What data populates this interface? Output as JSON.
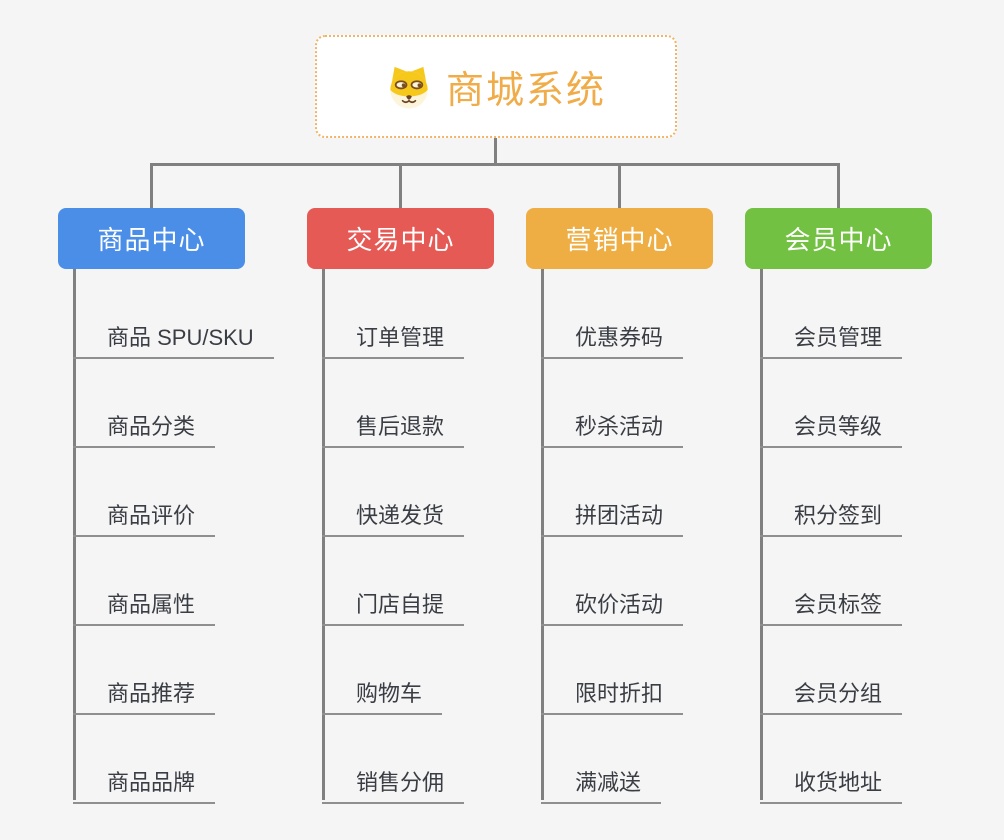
{
  "root": {
    "title": "商城系统",
    "icon": "dog-face-icon"
  },
  "branches": [
    {
      "label": "商品中心",
      "color": "#4a8ee8",
      "children": [
        "商品 SPU/SKU",
        "商品分类",
        "商品评价",
        "商品属性",
        "商品推荐",
        "商品品牌"
      ]
    },
    {
      "label": "交易中心",
      "color": "#e65a55",
      "children": [
        "订单管理",
        "售后退款",
        "快递发货",
        "门店自提",
        "购物车",
        "销售分佣"
      ]
    },
    {
      "label": "营销中心",
      "color": "#eeae44",
      "children": [
        "优惠券码",
        "秒杀活动",
        "拼团活动",
        "砍价活动",
        "限时折扣",
        "满减送"
      ]
    },
    {
      "label": "会员中心",
      "color": "#72c142",
      "children": [
        "会员管理",
        "会员等级",
        "积分签到",
        "会员标签",
        "会员分组",
        "收货地址"
      ]
    }
  ],
  "colors": {
    "connector_gray": "#808080",
    "underline_gray": "#8f8f8f",
    "root_accent": "#f0ac49",
    "root_border": "#f2b469",
    "background": "#f5f5f5"
  }
}
